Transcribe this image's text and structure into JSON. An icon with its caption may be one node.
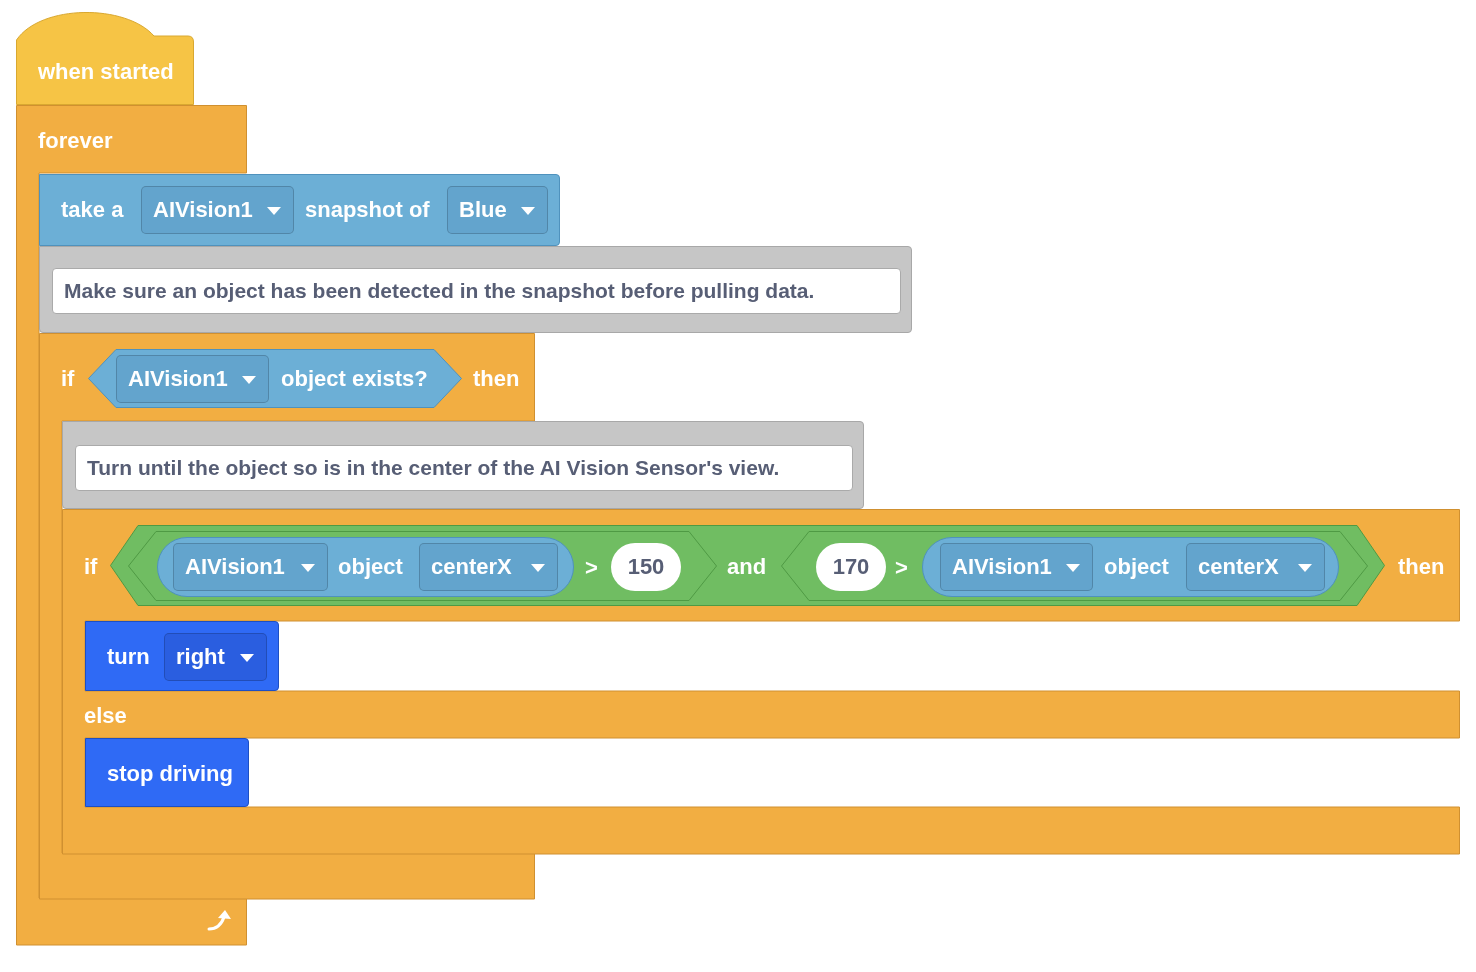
{
  "diagram": {
    "nodes": [
      {
        "text": [
          "when started"
        ]
      },
      {
        "text": [
          "forever"
        ]
      },
      {
        "text": [
          "take a",
          "snapshot of"
        ]
      },
      {
        "text": [
          "AIVision1"
        ],
        "in": 2
      },
      {
        "text": [
          "Blue"
        ],
        "in": 2
      },
      {
        "text": [
          "Make sure an object has been detected in the snapshot before pulling data."
        ]
      },
      {
        "text": [
          "if",
          "then"
        ]
      },
      {
        "text": [
          "object exists?"
        ],
        "in": 6
      },
      {
        "text": [
          "AIVision1"
        ],
        "in": 7
      },
      {
        "text": [
          "Turn until the object so is in the center of the AI Vision Sensor's view."
        ]
      },
      {
        "text": [
          "if",
          "then",
          "else"
        ]
      },
      {
        "text": [
          "and"
        ],
        "in": 10
      },
      {
        "text": [
          ">"
        ],
        "in": 11
      },
      {
        "text": [
          "object"
        ],
        "in": 12
      },
      {
        "text": [
          "AIVision1"
        ],
        "in": 13
      },
      {
        "text": [
          "centerX"
        ],
        "in": 13
      },
      {
        "text": [
          "150"
        ],
        "in": 12
      },
      {
        "text": [
          ">"
        ],
        "in": 11
      },
      {
        "text": [
          "170"
        ],
        "in": 17
      },
      {
        "text": [
          "object"
        ],
        "in": 17
      },
      {
        "text": [
          "AIVision1"
        ],
        "in": 19
      },
      {
        "text": [
          "centerX"
        ],
        "in": 19
      },
      {
        "text": [
          "turn"
        ],
        "in": 10
      },
      {
        "text": [
          "right"
        ],
        "in": 22
      },
      {
        "text": [
          "stop driving"
        ],
        "in": 10
      }
    ]
  }
}
